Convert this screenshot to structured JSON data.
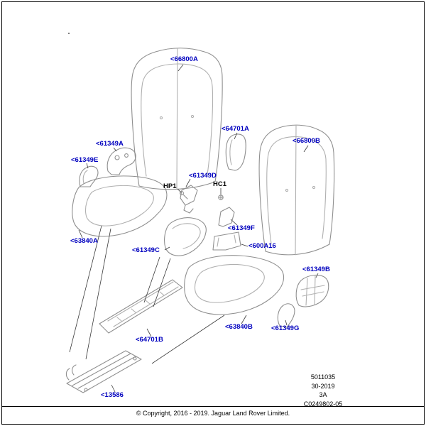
{
  "labels": [
    {
      "id": "66800A",
      "text": "<66800A"
    },
    {
      "id": "64701A",
      "text": "<64701A"
    },
    {
      "id": "66800B",
      "text": "<66800B"
    },
    {
      "id": "61349A",
      "text": "<61349A"
    },
    {
      "id": "61349E",
      "text": "<61349E"
    },
    {
      "id": "61349D",
      "text": "<61349D"
    },
    {
      "id": "HP1",
      "text": "HP1"
    },
    {
      "id": "HC1",
      "text": "HC1"
    },
    {
      "id": "61349F",
      "text": "<61349F"
    },
    {
      "id": "63840A",
      "text": "<63840A"
    },
    {
      "id": "61349C",
      "text": "<61349C"
    },
    {
      "id": "600A16",
      "text": "<600A16"
    },
    {
      "id": "61349B",
      "text": "<61349B"
    },
    {
      "id": "63840B",
      "text": "<63840B"
    },
    {
      "id": "61349G",
      "text": "<61349G"
    },
    {
      "id": "64701B",
      "text": "<64701B"
    },
    {
      "id": "13586",
      "text": "<13586"
    }
  ],
  "doc": {
    "number": "5011035",
    "issue": "30-2019",
    "sheet": "3A",
    "code": "C0249802-05"
  },
  "footer": {
    "copyright": "© Copyright, 2016 - 2019. Jaguar Land Rover Limited."
  },
  "colors": {
    "label": "#0000bf",
    "hardware_label": "#000000",
    "line_art": "#8f8f8f"
  }
}
